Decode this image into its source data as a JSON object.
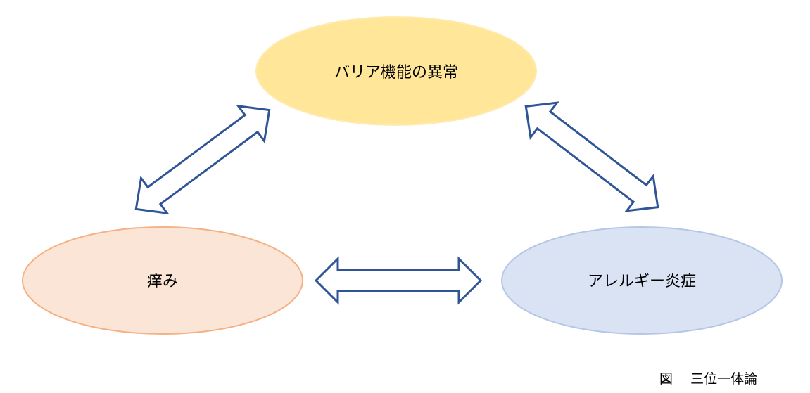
{
  "nodes": {
    "barrier": {
      "label": "バリア機能の異常",
      "fill": "#FFE699",
      "stroke": "#FFEBB0"
    },
    "itch": {
      "label": "痒み",
      "fill": "#FBE5D6",
      "stroke": "#F4B183"
    },
    "allergy": {
      "label": "アレルギー炎症",
      "fill": "#DAE3F3",
      "stroke": "#B4C7E7"
    }
  },
  "arrow_color": "#2F5597",
  "caption": {
    "prefix": "図",
    "title": "三位一体論"
  }
}
